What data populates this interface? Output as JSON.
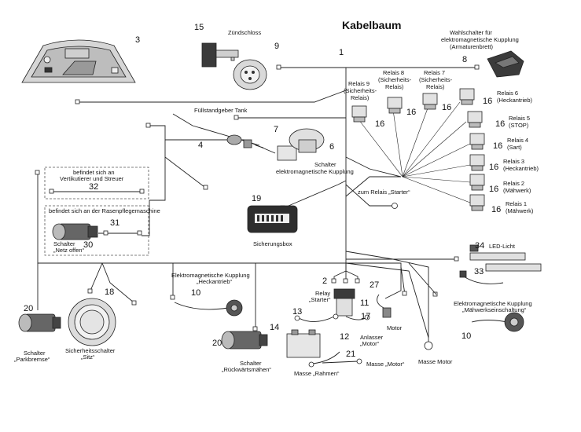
{
  "title": "Kabelbaum",
  "callouts": {
    "n1": "1",
    "n2": "2",
    "n3": "3",
    "n4": "4",
    "n6": "6",
    "n7": "7",
    "n8": "8",
    "n9": "9",
    "n10a": "10",
    "n10b": "10",
    "n11": "11",
    "n12": "12",
    "n13": "13",
    "n14": "14",
    "n15": "15",
    "n16_1": "16",
    "n16_2": "16",
    "n16_3": "16",
    "n16_4": "16",
    "n16_5": "16",
    "n16_6": "16",
    "n16_7": "16",
    "n16_8": "16",
    "n16_9": "16",
    "n17": "17",
    "n18": "18",
    "n19": "19",
    "n20a": "20",
    "n20b": "20",
    "n21": "21",
    "n27": "27",
    "n30": "30",
    "n31": "31",
    "n32": "32",
    "n33": "33",
    "n34": "34"
  },
  "labels": {
    "zuendschloss": "Zündschloss",
    "wahlschalter1": "Wahlschalter für",
    "wahlschalter2": "elektromagnetische Kupplung",
    "wahlschalter3": "(Armaturenbrett)",
    "relais9_1": "Relais 9",
    "relais9_2": "(Sicherheits-",
    "relais9_3": "Relais)",
    "relais8_1": "Relais 8",
    "relais8_2": "(Sicherheits-",
    "relais8_3": "Relais)",
    "relais7_1": "Relais 7",
    "relais7_2": "(Sicherheits-",
    "relais7_3": "Relais)",
    "relais6_1": "Relais 6",
    "relais6_2": "(Heckantrieb)",
    "relais5_1": "Relais 5",
    "relais5_2": "(STOP)",
    "relais4_1": "Relais 4",
    "relais4_2": "(Sart)",
    "relais3_1": "Relais 3",
    "relais3_2": "(Heckantrieb)",
    "relais2_1": "Relais 2",
    "relais2_2": "(Mähwerk)",
    "relais1_1": "Relais 1",
    "relais1_2": "(Mähwerk)",
    "fuellstand": "Füllstandgeber Tank",
    "schalter_kupplung1": "Schalter",
    "schalter_kupplung2": "elektromagnetische Kupplung",
    "verti1": "befindet sich an",
    "verti2": "Vertikutierer und Streuer",
    "rasen": "befindet sich an der Rasenpflegemaschine",
    "netz1": "Schalter",
    "netz2": "„Netz offen“",
    "relais_starter": "zum Relais „Starter“",
    "sicherungsbox": "Sicherungsbox",
    "led": "LED-Licht",
    "emk_heck1": "Elektromagnetische Kupplung",
    "emk_heck2": "„Heckantrieb“",
    "relay_starter1": "Relay",
    "relay_starter2": "„Starter“",
    "motor": "Motor",
    "emk_maeh1": "Elektromagnetische Kupplung",
    "emk_maeh2": "„Mähwerkseinschaltung“",
    "park1": "Schalter",
    "park2": "„Parkbremse“",
    "sitz1": "Sicherheitsschalter",
    "sitz2": "„Sitz“",
    "rueck1": "Schalter",
    "rueck2": "„Rückwärtsmähen“",
    "anlasser1": "Anlasser",
    "anlasser2": "„Motor“",
    "masse_rahmen": "Masse „Rahmen“",
    "masse_motor1": "Masse „Motor“",
    "masse_motor2": "Masse Motor"
  }
}
